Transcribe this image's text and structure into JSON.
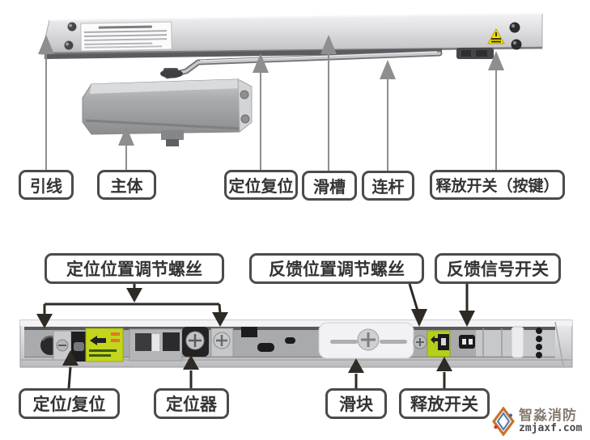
{
  "top_diagram": {
    "labels": {
      "lead_wire": "引线",
      "main_body": "主体",
      "position_reset": "定位复位",
      "slide_groove": "滑槽",
      "link_rod": "连杆",
      "release_switch_button": "释放开关（按键）"
    }
  },
  "bottom_diagram": {
    "top_labels": {
      "positioning_adjust_screw": "定位位置调节螺丝",
      "feedback_adjust_screw": "反馈位置调节螺丝",
      "feedback_signal_switch": "反馈信号开关"
    },
    "bottom_labels": {
      "position_reset": "定位/复位",
      "positioner": "定位器",
      "slider": "滑块",
      "release_switch": "释放开关"
    }
  },
  "watermark": {
    "brand": "智淼消防",
    "site": "zmjaxf.com"
  },
  "colors": {
    "label_border": "#4b4b4b",
    "top_annotation_gray": "#8e8e90",
    "bottom_annotation_dark": "#2e2a25",
    "sticker_green": "#c3d51d",
    "warning_yellow": "#f8df00",
    "rail_silver": "#d9d9db"
  }
}
